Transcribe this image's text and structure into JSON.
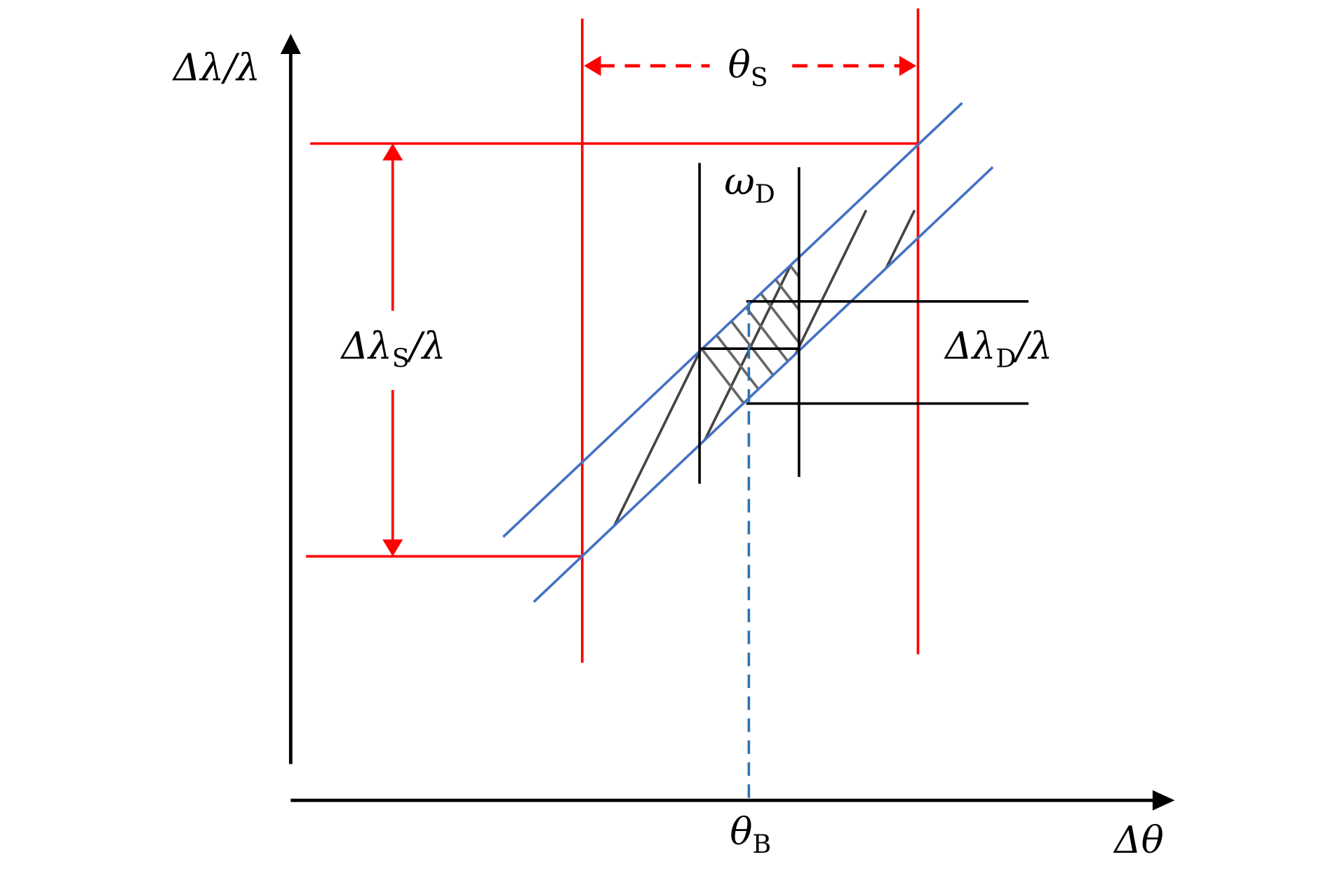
{
  "labels": {
    "y_axis": {
      "main": "Δλ/λ"
    },
    "x_axis": {
      "main": "Δθ"
    },
    "theta_s": {
      "main": "θ",
      "sub": "S"
    },
    "omega_d": {
      "main": "ω",
      "sub": "D"
    },
    "dlambda_s": {
      "pre": "Δλ",
      "sub": "S",
      "post": "/λ"
    },
    "dlambda_d": {
      "pre": "Δλ",
      "sub": "D",
      "post": "/λ"
    },
    "theta_b": {
      "main": "θ",
      "sub": "B"
    }
  },
  "colors": {
    "red": "#ff0000",
    "blue": "#4472c4",
    "black": "#000000",
    "hatch": "#444444"
  }
}
